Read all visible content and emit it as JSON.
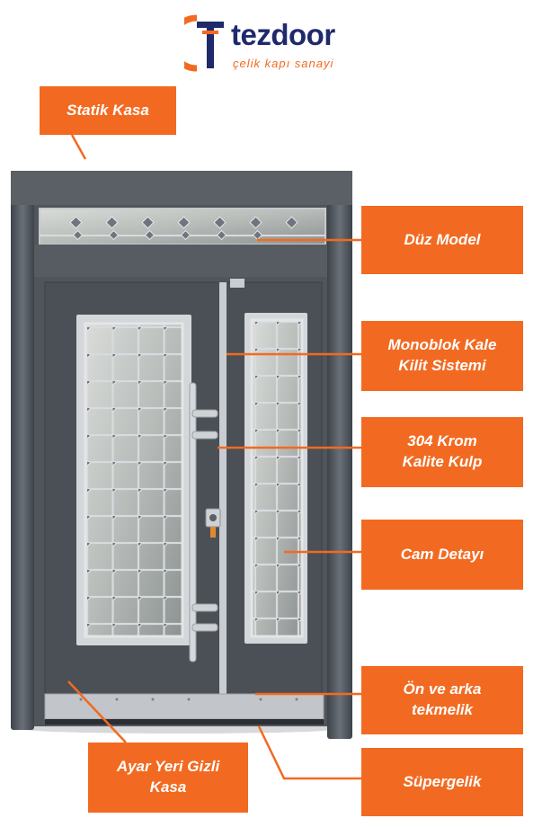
{
  "brand": {
    "name": "tezdoor",
    "tagline": "çelik kapı sanayi"
  },
  "labels": {
    "statik_kasa": "Statik Kasa",
    "duz_model": "Düz Model",
    "monoblok_1": "Monoblok Kale",
    "monoblok_2": "Kilit Sistemi",
    "krom_1": "304 Krom",
    "krom_2": "Kalite Kulp",
    "cam_detayi": "Cam Detayı",
    "tekmelik_1": "Ön ve arka",
    "tekmelik_2": "tekmelik",
    "ayar_1": "Ayar Yeri Gizli",
    "ayar_2": "Kasa",
    "supergelik": "Süpergelik"
  },
  "colors": {
    "accent": "#f26a21",
    "brand_navy": "#1f2a6b",
    "door_body": "#4d5258",
    "frame": "#5a5f66",
    "steel": "#c9ccd0"
  }
}
